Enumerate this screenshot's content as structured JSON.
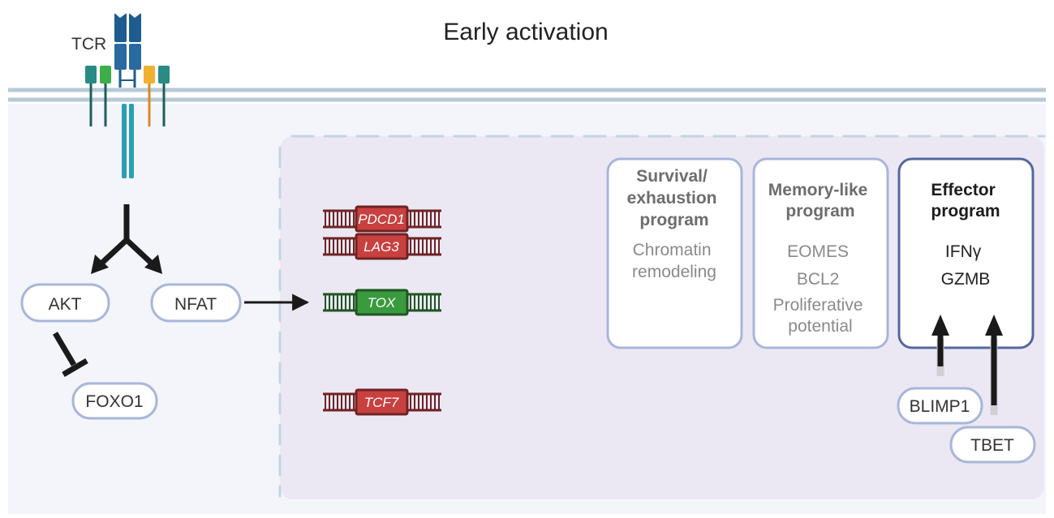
{
  "title": "Early activation",
  "receptor": {
    "label": "TCR"
  },
  "signaling": {
    "akt": "AKT",
    "nfat": "NFAT",
    "foxo1": "FOXO1"
  },
  "genes": [
    {
      "name": "PDCD1",
      "color": "#c8403f"
    },
    {
      "name": "LAG3",
      "color": "#c8403f"
    },
    {
      "name": "TOX",
      "color": "#3a9a3e"
    },
    {
      "name": "TCF7",
      "color": "#c8403f"
    }
  ],
  "programs": [
    {
      "heading": [
        "Survival/",
        "exhaustion",
        "program"
      ],
      "items": [
        "Chromatin",
        "remodeling"
      ]
    },
    {
      "heading": [
        "Memory-like",
        "program"
      ],
      "items": [
        "EOMES",
        "BCL2",
        "Proliferative",
        "potential"
      ]
    },
    {
      "heading": [
        "Effector",
        "program"
      ],
      "items": [
        "IFNγ",
        "GZMB"
      ]
    }
  ],
  "regulators": {
    "blimp1": "BLIMP1",
    "tbet": "TBET"
  },
  "colors": {
    "membrane": "#b7c9d6",
    "cytoplasm": "#f3f5fb",
    "nucleus": "#ebe8f4",
    "node_border": "#a8b6d9",
    "effector_border": "#55679e",
    "repressed_gene": "#c8403f",
    "active_gene": "#3a9a3e"
  }
}
